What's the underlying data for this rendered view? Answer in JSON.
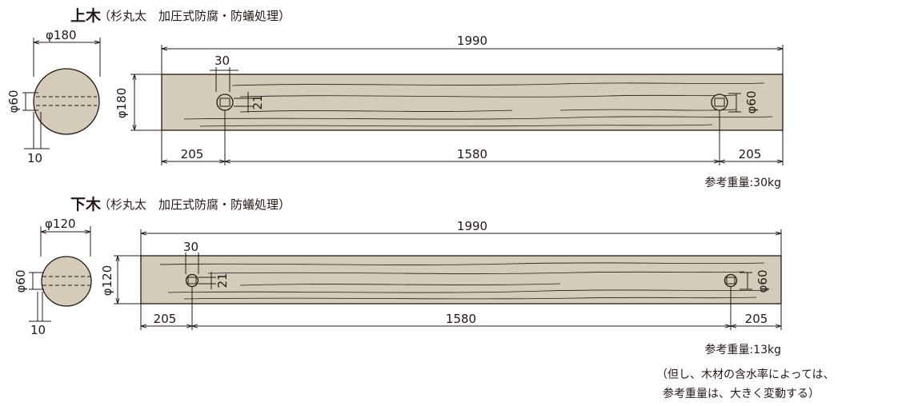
{
  "upper": {
    "title": "上木",
    "subtitle": "（杉丸太　加圧式防腐・防蟻処理）",
    "diameter": "φ180",
    "length": "1990",
    "hole_offset": "30",
    "hole_dia": "φ60",
    "hole_depth": "21",
    "section_height": "φ180",
    "left_end": "205",
    "middle": "1580",
    "right_end": "205",
    "edge": "10",
    "weight": "参考重量:30kg"
  },
  "lower": {
    "title": "下木",
    "subtitle": "（杉丸太　加圧式防腐・防蟻処理）",
    "diameter": "φ120",
    "length": "1990",
    "hole_offset": "30",
    "hole_dia": "φ60",
    "hole_depth": "21",
    "section_height": "φ120",
    "left_end": "205",
    "middle": "1580",
    "right_end": "205",
    "edge": "10",
    "weight": "参考重量:13kg"
  },
  "note": {
    "line1": "（但し、木材の含水率によっては、",
    "line2": "参考重量は、大きく変動する）"
  },
  "colors": {
    "wood": "#d4cbb8",
    "ink": "#231815"
  }
}
